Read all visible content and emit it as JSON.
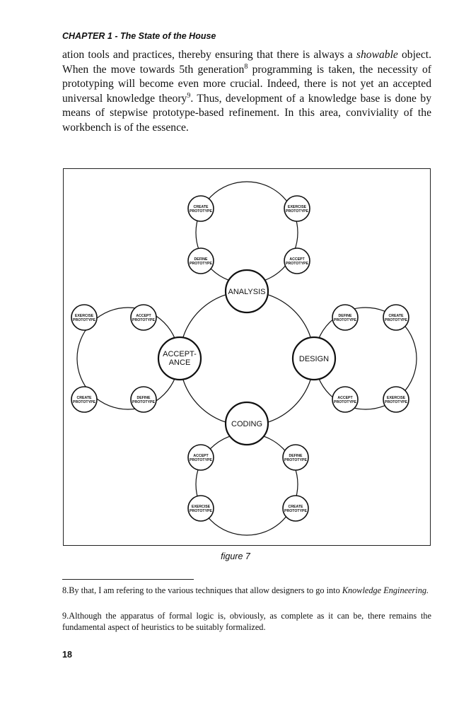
{
  "header": {
    "running_head": "CHAPTER 1 - The State of the House"
  },
  "body": {
    "p1_a": "ation tools and practices, thereby ensuring that there is always a ",
    "p1_em": "showable",
    "p1_b": " object. When the move towards 5th generation",
    "fnref_8": "8",
    "p1_c": " programming is taken, the necessity of prototyping will become even more crucial. Indeed, there is not yet an accepted universal knowledge theory",
    "fnref_9": "9",
    "p1_d": ". Thus, development of a knowledge base is done by means of stepwise prototype-based refinement. In this area, conviviality of the workbench is of the essence."
  },
  "figure": {
    "caption": "figure 7",
    "phases": {
      "analysis": "ANALYSIS",
      "design": "DESIGN",
      "coding": "CODING",
      "acceptance_line1": "ACCEPT-",
      "acceptance_line2": "ANCE"
    },
    "steps": {
      "create_1": "CREATE",
      "create_2": "PROTOTYPE",
      "exercise_1": "EXERCISE",
      "exercise_2": "PROTOTYPE",
      "accept_1": "ACCEPT",
      "accept_2": "PROTOTYPE",
      "define_1": "DEFINE",
      "define_2": "PROTOTYPE"
    }
  },
  "footnotes": {
    "fn8_num": "8.",
    "fn8_a": "By that, I am refering to the various techniques that allow designers to go into ",
    "fn8_em": "Knowledge Engineering.",
    "fn9_num": "9.",
    "fn9_text": "Although the apparatus of formal logic is, obviously, as complete as it can be, there remains the fundamental aspect of heuristics to be suitably formalized."
  },
  "page": {
    "number": "18"
  }
}
